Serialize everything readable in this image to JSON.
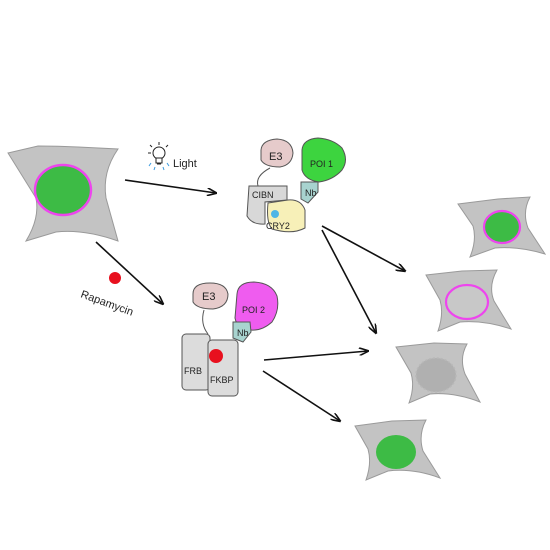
{
  "labels": {
    "light": "Light",
    "rapamycin": "Rapamycin"
  },
  "complex_light": {
    "e3": "E3",
    "poi": "POI 1",
    "nb": "Nb",
    "cibn": "CIBN",
    "cry2": "CRY2"
  },
  "complex_rapamycin": {
    "e3": "E3",
    "poi": "POI 2",
    "nb": "Nb",
    "frb": "FRB",
    "fkbp": "FKBP"
  },
  "colors": {
    "cell_fill": "#c3c3c3",
    "cell_stroke": "#9a9a9a",
    "poi_green": "#3dbb45",
    "poi_magenta": "#ee44ee",
    "e3_pink": "#e6cbcb",
    "nb_teal": "#a8d3cf",
    "cry2_yellow": "#f7f0b8",
    "cibn_gray": "#d8d8d8",
    "rapamycin_red": "#e8101e",
    "chromophore_blue": "#4fb6e6"
  },
  "icons": {
    "light": "lightbulb-icon",
    "rapamycin": "red-dot-icon"
  }
}
